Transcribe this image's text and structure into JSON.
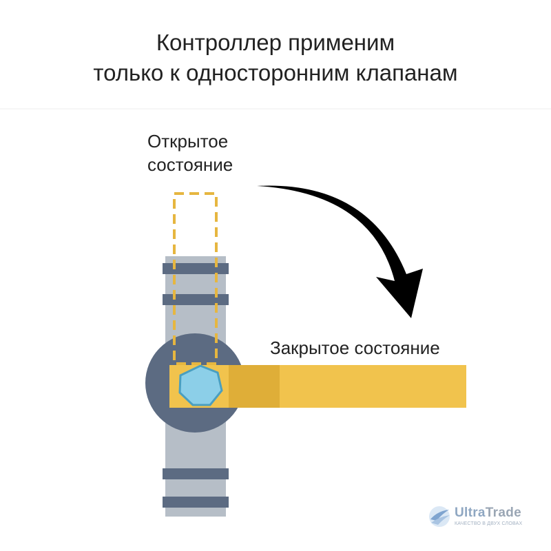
{
  "title": {
    "line1": "Контроллер применим",
    "line2": "только к односторонним клапанам"
  },
  "labels": {
    "open_line1": "Открытое",
    "open_line2": "состояние",
    "closed": "Закрытое состояние"
  },
  "brand": {
    "name_part1": "Ultra",
    "name_part2": "Trade",
    "slogan": "КАЧЕСТВО В ДВУХ СЛОВАХ"
  },
  "colors": {
    "pipe": "#b6bec7",
    "pipe_ring": "#5c6b82",
    "valve_body": "#5c6b82",
    "handle": "#f1c34d",
    "handle_dark": "#dfae38",
    "nut": "#8ccfe8",
    "nut_outline": "#4a9fc0",
    "open_outline": "#e6b640",
    "arrow": "#000000"
  }
}
